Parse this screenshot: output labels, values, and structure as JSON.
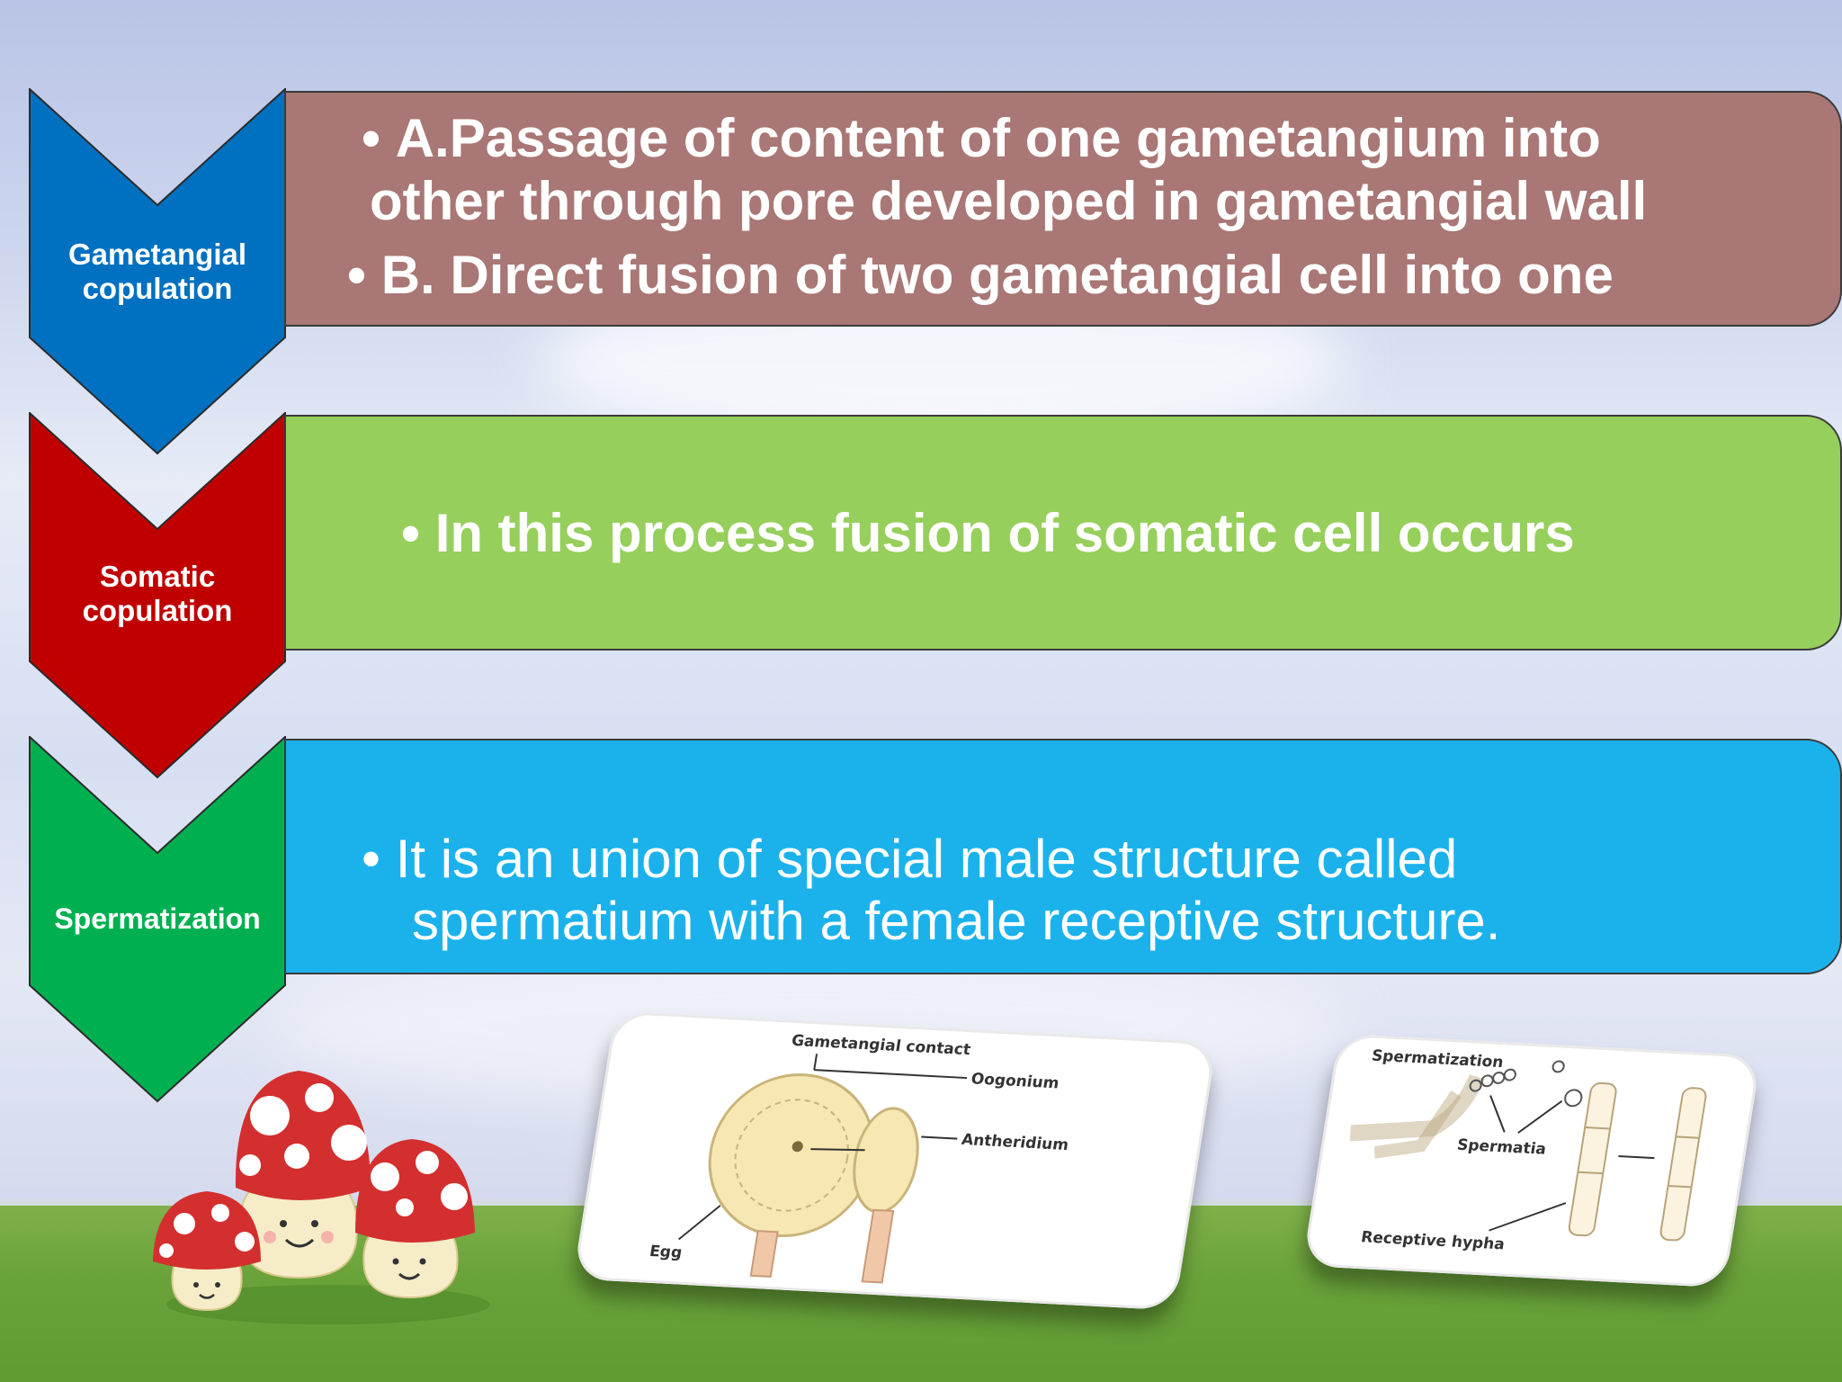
{
  "steps": [
    {
      "label_line1": "Gametangial",
      "label_line2": "copulation",
      "chevron_color": "#0070c0",
      "band_color": "#a97775",
      "bullets": [
        {
          "text": "A.Passage of content of one gametangium into",
          "cont": "other through pore developed in gametangial wall"
        },
        {
          "text": "B. Direct fusion of two gametangial cell into one"
        }
      ]
    },
    {
      "label_line1": "Somatic",
      "label_line2": "copulation",
      "chevron_color": "#c00000",
      "band_color": "#96cf5b",
      "bullets": [
        {
          "text": "In this process fusion of somatic cell occurs"
        }
      ]
    },
    {
      "label_line1": "Spermatization",
      "chevron_color": "#00b050",
      "band_color": "#1bb2ec",
      "bullets": [
        {
          "text": "It is an union of special male structure called",
          "cont": "spermatium with a female receptive structure."
        }
      ]
    }
  ],
  "figure1": {
    "title": "Gametangial contact",
    "oogonium": "Oogonium",
    "antheridium": "Antheridium",
    "egg": "Egg"
  },
  "figure2": {
    "title": "Spermatization",
    "spermatia": "Spermatia",
    "receptive": "Receptive hypha"
  },
  "bullet_char": "•"
}
